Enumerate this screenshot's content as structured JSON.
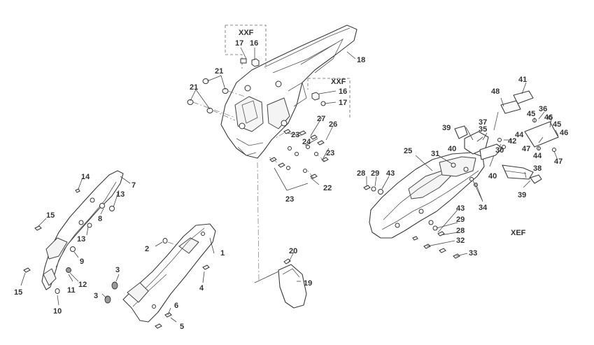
{
  "variant_labels": {
    "xxf_top": "XXF",
    "xxf_right": "XXF",
    "xef": "XEF"
  },
  "callouts": {
    "c1": "1",
    "c2": "2",
    "c3a": "3",
    "c3b": "3",
    "c4": "4",
    "c5": "5",
    "c6": "6",
    "c7": "7",
    "c8": "8",
    "c9": "9",
    "c10": "10",
    "c11": "11",
    "c12": "12",
    "c13a": "13",
    "c13b": "13",
    "c14": "14",
    "c15a": "15",
    "c15b": "15",
    "c16a": "16",
    "c16b": "16",
    "c17a": "17",
    "c17b": "17",
    "c18": "18",
    "c19": "19",
    "c20": "20",
    "c21a": "21",
    "c21b": "21",
    "c22": "22",
    "c23a": "23",
    "c23b": "23",
    "c23c": "23",
    "c24": "24",
    "c25": "25",
    "c26": "26",
    "c27": "27",
    "c28a": "28",
    "c28b": "28",
    "c29a": "29",
    "c29b": "29",
    "c30": "30",
    "c31": "31",
    "c32": "32",
    "c33": "33",
    "c34": "34",
    "c35": "35",
    "c36": "36",
    "c37": "37",
    "c38": "38",
    "c39a": "39",
    "c39b": "39",
    "c40a": "40",
    "c40b": "40",
    "c41": "41",
    "c42": "42",
    "c43a": "43",
    "c43b": "43",
    "c44a": "44",
    "c44b": "44",
    "c45a": "45",
    "c45b": "45",
    "c46a": "46",
    "c46b": "46",
    "c47a": "47",
    "c47b": "47",
    "c48": "48"
  }
}
